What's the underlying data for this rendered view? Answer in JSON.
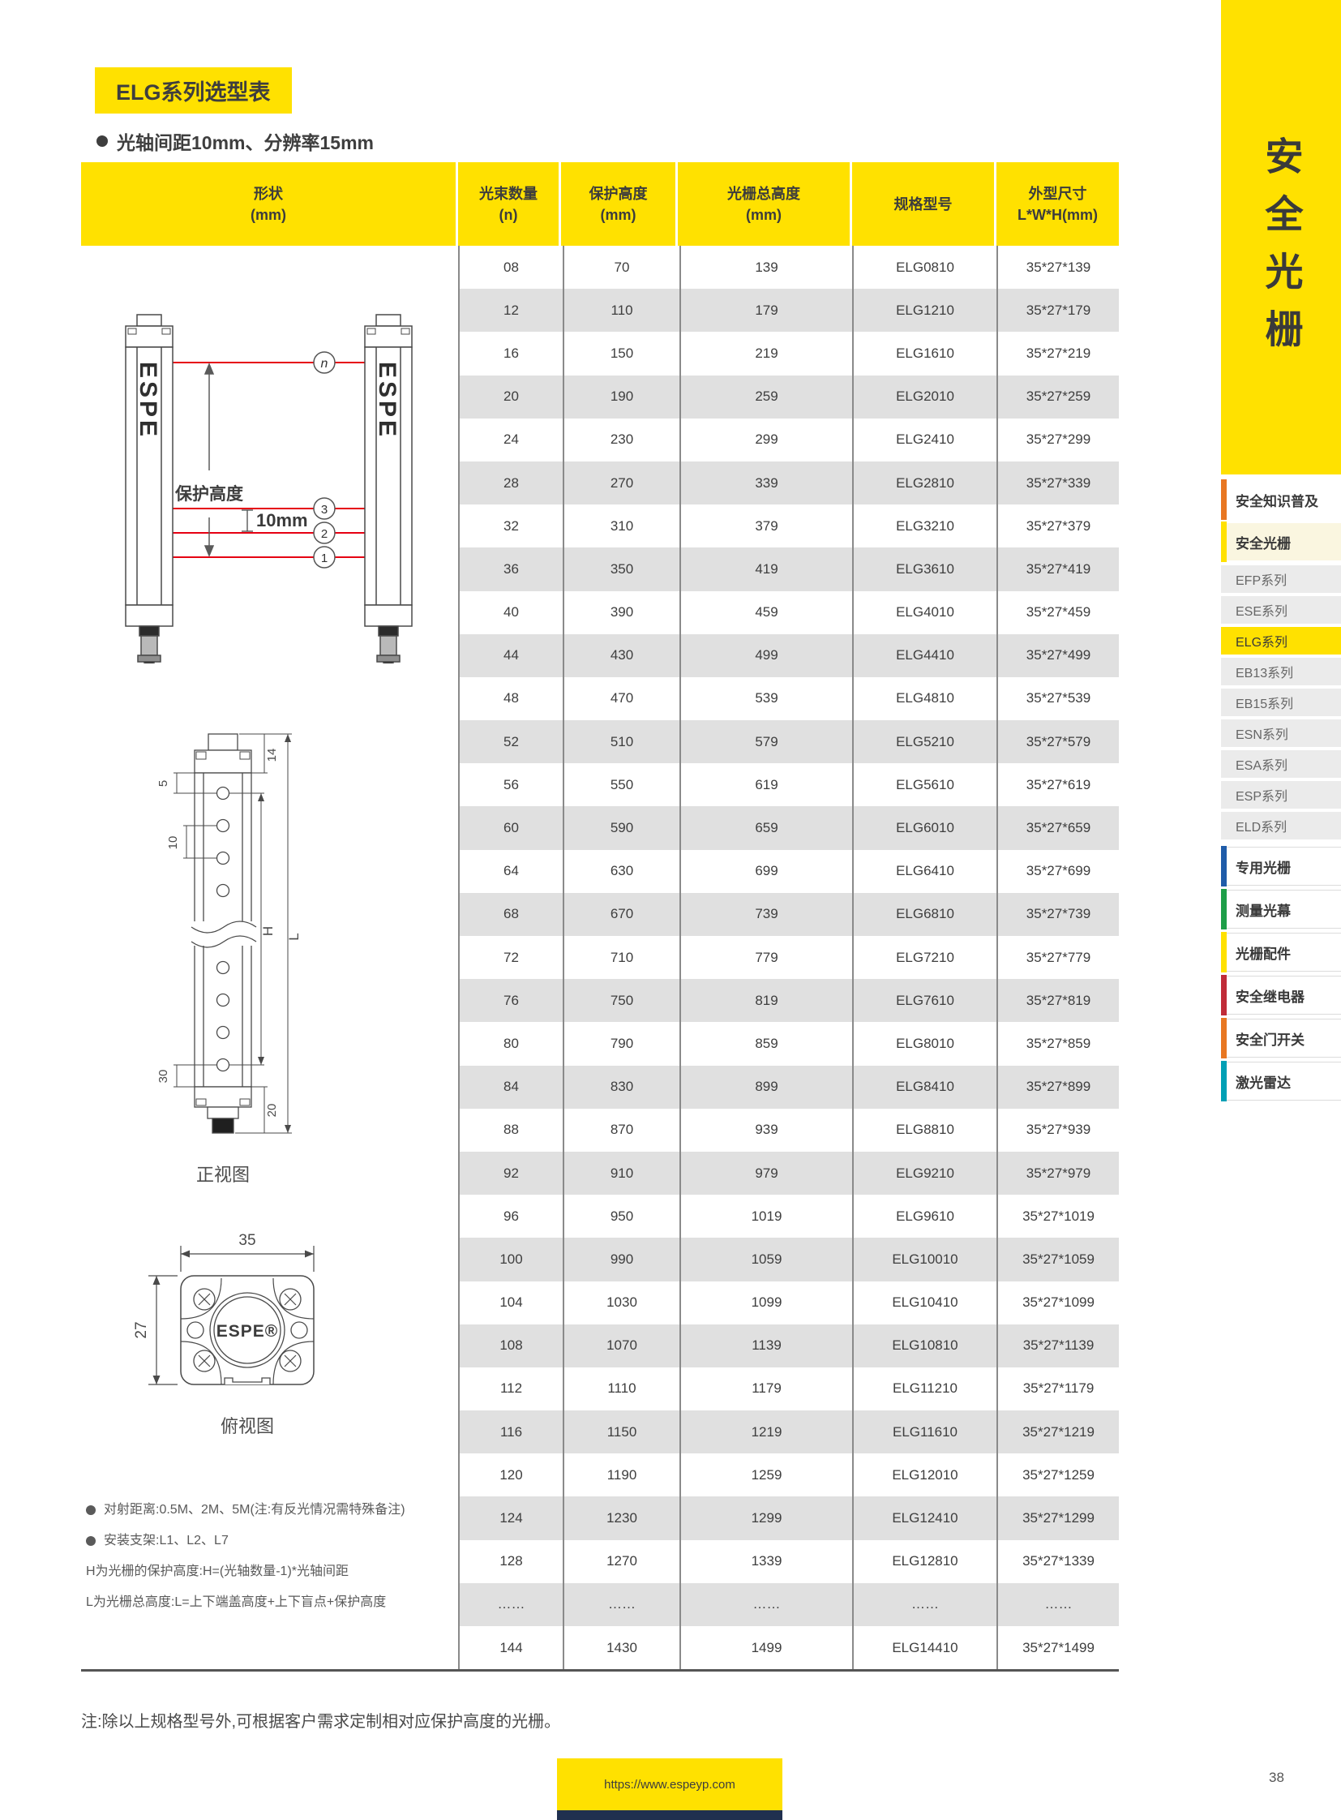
{
  "page": {
    "title": "ELG系列选型表",
    "subtitle": "光轴间距10mm、分辨率15mm",
    "bottom_note": "注:除以上规格型号外,可根据客户需求定制相对应保护高度的光栅。",
    "footer_url": "https://www.espeyp.com",
    "page_number": "38"
  },
  "table": {
    "headers": [
      {
        "label": "形状",
        "unit": "(mm)"
      },
      {
        "label": "光束数量",
        "unit": "(n)"
      },
      {
        "label": "保护高度",
        "unit": "(mm)"
      },
      {
        "label": "光栅总高度",
        "unit": "(mm)"
      },
      {
        "label": "规格型号",
        "unit": ""
      },
      {
        "label": "外型尺寸",
        "unit": "L*W*H(mm)"
      }
    ],
    "rows": [
      [
        "08",
        "70",
        "139",
        "ELG0810",
        "35*27*139"
      ],
      [
        "12",
        "110",
        "179",
        "ELG1210",
        "35*27*179"
      ],
      [
        "16",
        "150",
        "219",
        "ELG1610",
        "35*27*219"
      ],
      [
        "20",
        "190",
        "259",
        "ELG2010",
        "35*27*259"
      ],
      [
        "24",
        "230",
        "299",
        "ELG2410",
        "35*27*299"
      ],
      [
        "28",
        "270",
        "339",
        "ELG2810",
        "35*27*339"
      ],
      [
        "32",
        "310",
        "379",
        "ELG3210",
        "35*27*379"
      ],
      [
        "36",
        "350",
        "419",
        "ELG3610",
        "35*27*419"
      ],
      [
        "40",
        "390",
        "459",
        "ELG4010",
        "35*27*459"
      ],
      [
        "44",
        "430",
        "499",
        "ELG4410",
        "35*27*499"
      ],
      [
        "48",
        "470",
        "539",
        "ELG4810",
        "35*27*539"
      ],
      [
        "52",
        "510",
        "579",
        "ELG5210",
        "35*27*579"
      ],
      [
        "56",
        "550",
        "619",
        "ELG5610",
        "35*27*619"
      ],
      [
        "60",
        "590",
        "659",
        "ELG6010",
        "35*27*659"
      ],
      [
        "64",
        "630",
        "699",
        "ELG6410",
        "35*27*699"
      ],
      [
        "68",
        "670",
        "739",
        "ELG6810",
        "35*27*739"
      ],
      [
        "72",
        "710",
        "779",
        "ELG7210",
        "35*27*779"
      ],
      [
        "76",
        "750",
        "819",
        "ELG7610",
        "35*27*819"
      ],
      [
        "80",
        "790",
        "859",
        "ELG8010",
        "35*27*859"
      ],
      [
        "84",
        "830",
        "899",
        "ELG8410",
        "35*27*899"
      ],
      [
        "88",
        "870",
        "939",
        "ELG8810",
        "35*27*939"
      ],
      [
        "92",
        "910",
        "979",
        "ELG9210",
        "35*27*979"
      ],
      [
        "96",
        "950",
        "1019",
        "ELG9610",
        "35*27*1019"
      ],
      [
        "100",
        "990",
        "1059",
        "ELG10010",
        "35*27*1059"
      ],
      [
        "104",
        "1030",
        "1099",
        "ELG10410",
        "35*27*1099"
      ],
      [
        "108",
        "1070",
        "1139",
        "ELG10810",
        "35*27*1139"
      ],
      [
        "112",
        "1110",
        "1179",
        "ELG11210",
        "35*27*1179"
      ],
      [
        "116",
        "1150",
        "1219",
        "ELG11610",
        "35*27*1219"
      ],
      [
        "120",
        "1190",
        "1259",
        "ELG12010",
        "35*27*1259"
      ],
      [
        "124",
        "1230",
        "1299",
        "ELG12410",
        "35*27*1299"
      ],
      [
        "128",
        "1270",
        "1339",
        "ELG12810",
        "35*27*1339"
      ],
      [
        "……",
        "……",
        "……",
        "……",
        "……"
      ],
      [
        "144",
        "1430",
        "1499",
        "ELG14410",
        "35*27*1499"
      ]
    ]
  },
  "diagram": {
    "espe_label": "ESPE",
    "protection_height_label": "保护高度",
    "pitch_label": "10mm",
    "beam_labels": [
      "n",
      "3",
      "2",
      "1"
    ],
    "front_view": {
      "caption": "正视图",
      "dim_cap": "14",
      "dim_blind_top": "5",
      "dim_pitch": "10",
      "dim_blind_bottom": "30",
      "dim_end": "20",
      "dim_h": "H",
      "dim_l": "L"
    },
    "top_view": {
      "caption": "俯视图",
      "width_label": "35",
      "height_label": "27",
      "logo": "ESPE®"
    },
    "notes": [
      "对射距离:0.5M、2M、5M(注:有反光情况需特殊备注)",
      "安装支架:L1、L2、L7"
    ],
    "formulas": [
      "H为光栅的保护高度:H=(光轴数量-1)*光轴间距",
      "L为光栅总高度:L=上下端盖高度+上下盲点+保护高度"
    ]
  },
  "sidebar": {
    "banner": "安全光栅",
    "items": [
      {
        "label": "安全知识普及"
      },
      {
        "label": "安全光栅"
      },
      {
        "label": "EFP系列"
      },
      {
        "label": "ESE系列"
      },
      {
        "label": "ELG系列"
      },
      {
        "label": "EB13系列"
      },
      {
        "label": "EB15系列"
      },
      {
        "label": "ESN系列"
      },
      {
        "label": "ESA系列"
      },
      {
        "label": "ESP系列"
      },
      {
        "label": "ELD系列"
      },
      {
        "label": "专用光栅"
      },
      {
        "label": "测量光幕"
      },
      {
        "label": "光栅配件"
      },
      {
        "label": "安全继电器"
      },
      {
        "label": "安全门开关"
      },
      {
        "label": "激光雷达"
      }
    ]
  },
  "colors": {
    "brand_yellow": "#ffe100",
    "row_stripe": "#e0e0e0",
    "beam_red": "#e60012",
    "accent_orange": "#e87722",
    "accent_blue": "#1f5ca9",
    "accent_green": "#1e9e48",
    "accent_red": "#c02c38",
    "accent_teal": "#00a0b5",
    "footer_navy": "#20304f"
  }
}
